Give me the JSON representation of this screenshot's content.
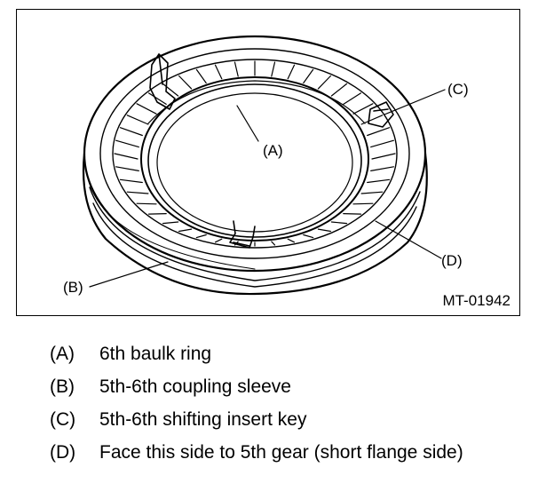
{
  "figure": {
    "id": "MT-01942",
    "callouts": {
      "a": "(A)",
      "b": "(B)",
      "c": "(C)",
      "d": "(D)"
    }
  },
  "legend": [
    {
      "key": "(A)",
      "text": "6th baulk ring"
    },
    {
      "key": "(B)",
      "text": "5th-6th coupling sleeve"
    },
    {
      "key": "(C)",
      "text": "5th-6th shifting insert key"
    },
    {
      "key": "(D)",
      "text": "Face this side to 5th gear (short flange side)"
    }
  ]
}
